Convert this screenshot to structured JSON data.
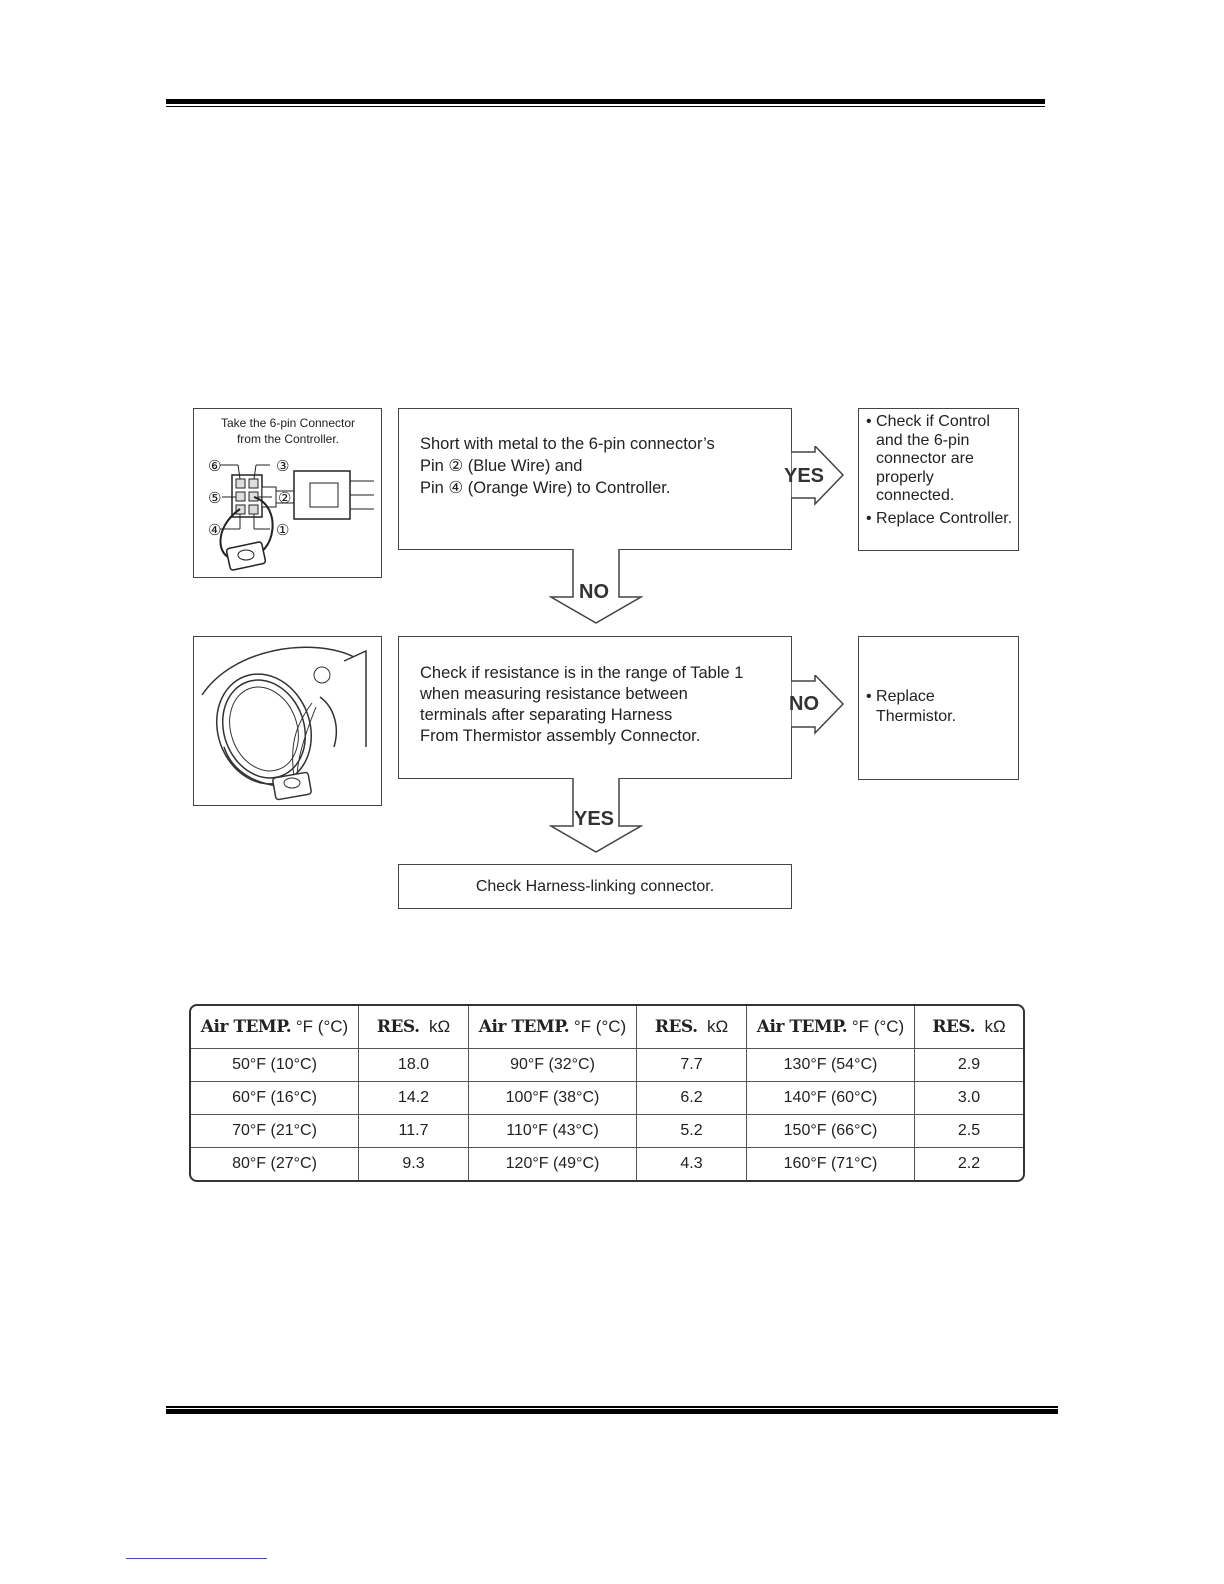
{
  "step1": {
    "image_caption": "Take the 6-pin Connector from the Controller.",
    "pin_labels": [
      "①",
      "②",
      "③",
      "④",
      "⑤",
      "⑥"
    ],
    "instruction_lines": [
      "Short  with metal to the 6-pin connector’s",
      "Pin ② (Blue Wire) and",
      "Pin ④ (Orange Wire) to Controller."
    ],
    "yes_label": "YES",
    "yes_result_items": [
      "Check if Control and the 6-pin connector are properly connected.",
      "Replace Controller."
    ],
    "no_label": "NO"
  },
  "step2": {
    "instruction_lines": [
      "Check if resistance is in the range of Table 1",
      "when measuring resistance between",
      "terminals after separating Harness",
      "From Thermistor assembly Connector."
    ],
    "no_label": "NO",
    "no_result_items": [
      "Replace Thermistor."
    ],
    "yes_label": "YES"
  },
  "step3": {
    "text": "Check Harness-linking connector."
  },
  "table": {
    "headers": [
      {
        "main": "Air TEMP.",
        "unit": "°F (°C)"
      },
      {
        "main": "RES.",
        "unit": "kΩ"
      },
      {
        "main": "Air TEMP.",
        "unit": "°F (°C)"
      },
      {
        "main": "RES.",
        "unit": "kΩ"
      },
      {
        "main": "Air TEMP.",
        "unit": "°F (°C)"
      },
      {
        "main": "RES.",
        "unit": "kΩ"
      }
    ],
    "rows": [
      [
        "50°F (10°C)",
        "18.0",
        "90°F (32°C)",
        "7.7",
        "130°F (54°C)",
        "2.9"
      ],
      [
        "60°F (16°C)",
        "14.2",
        "100°F (38°C)",
        "6.2",
        "140°F (60°C)",
        "3.0"
      ],
      [
        "70°F (21°C)",
        "11.7",
        "110°F (43°C)",
        "5.2",
        "150°F (66°C)",
        "2.5"
      ],
      [
        "80°F (27°C)",
        "9.3",
        "120°F (49°C)",
        "4.3",
        "160°F (71°C)",
        "2.2"
      ]
    ]
  }
}
